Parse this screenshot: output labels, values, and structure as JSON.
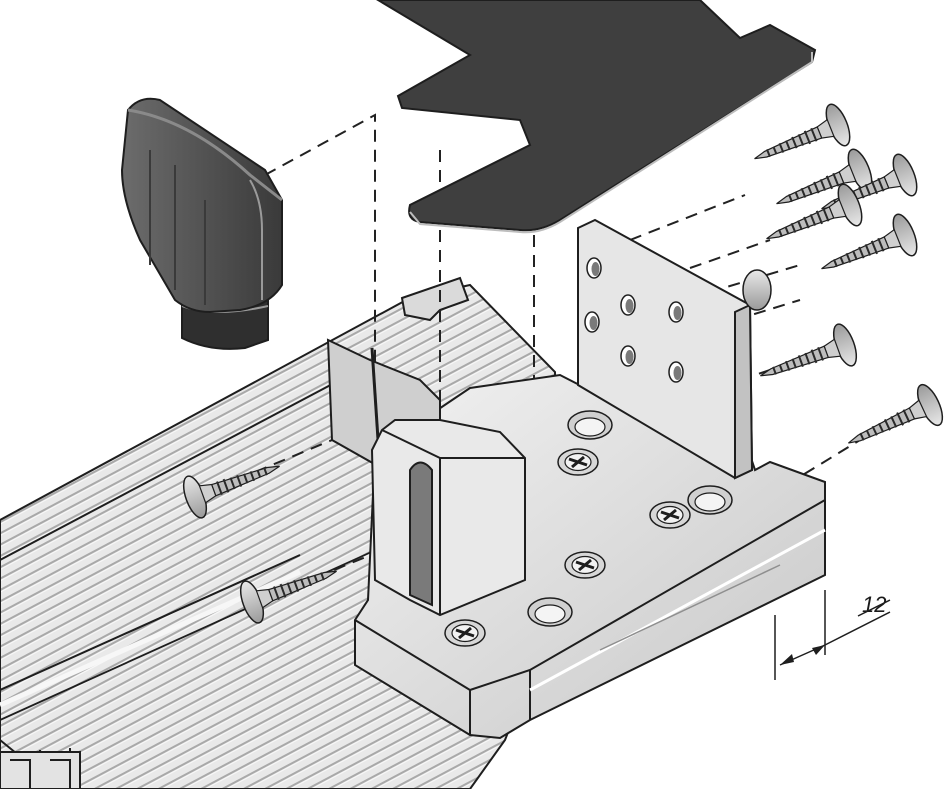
{
  "drawing": {
    "dimension_label": "12"
  },
  "colors": {
    "background": "#ffffff",
    "gasket": "#3d3d3d",
    "cap": "#5a5a5a",
    "profile_light": "#e6e6e6",
    "profile_dark": "#bdbdbd",
    "bracket": "#d9d9d9",
    "screw": "#bfbfbf",
    "outline": "#1e1e1e",
    "hidden_line": "#222222"
  },
  "parts": [
    "aluminium-profile",
    "end-cap",
    "gasket-plate",
    "connector-bracket",
    "wedge-clip",
    "screws"
  ]
}
